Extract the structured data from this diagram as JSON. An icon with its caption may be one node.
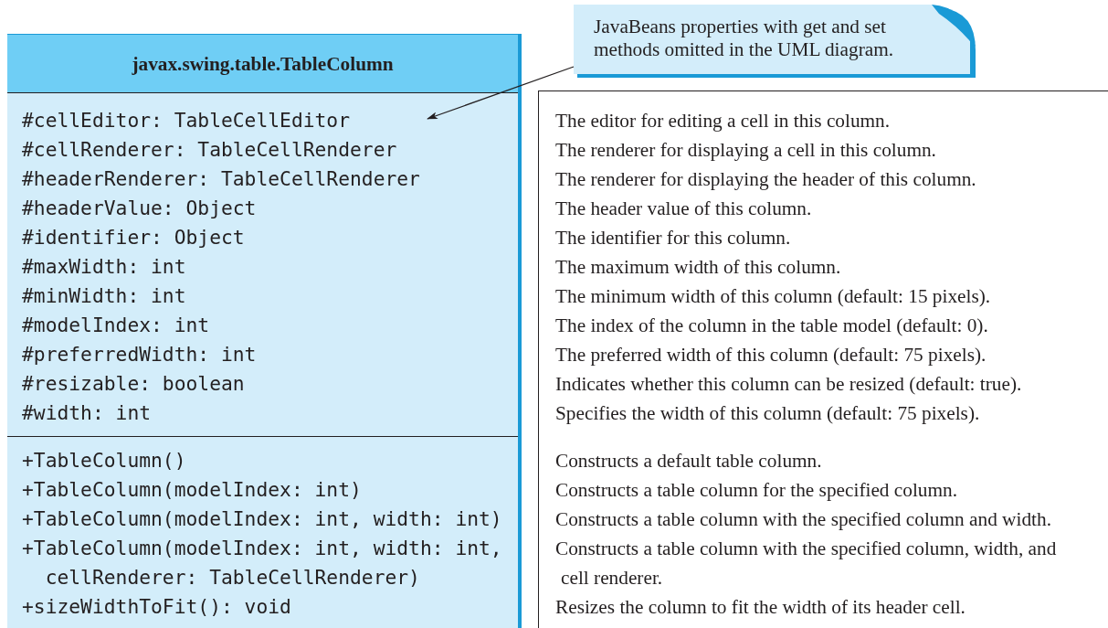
{
  "diagram": {
    "nodes": [
      {
        "text": [
          "javax.swing.table.TableColumn"
        ]
      },
      {
        "text": [
          "#cellEditor: TableCellEditor",
          "#cellRenderer: TableCellRenderer",
          "#headerRenderer: TableCellRenderer",
          "#headerValue: Object",
          "#identifier: Object",
          "#maxWidth: int",
          "#minWidth: int",
          "#modelIndex: int",
          "#preferredWidth: int",
          "#resizable: boolean",
          "#width: int"
        ],
        "in": 0
      },
      {
        "text": [
          "+TableColumn()",
          "+TableColumn(modelIndex: int)",
          "+TableColumn(modelIndex: int, width: int)",
          "+TableColumn(modelIndex: int, width: int, cellRenderer: TableCellRenderer)",
          "+sizeWidthToFit(): void"
        ],
        "in": 0
      },
      {
        "text": [
          "The editor for editing a cell in this column.",
          "The renderer for displaying a cell in this column.",
          "The renderer for displaying the header of this column.",
          "The header value of this column.",
          "The identifier for this column.",
          "The maximum width of this column.",
          "The minimum width of this column (default: 15 pixels).",
          "The index of the column in the table model (default: 0).",
          "The preferred width of this column (default: 75 pixels).",
          "Indicates whether this column can be resized (default: true).",
          "Specifies the width of this column (default: 75 pixels).",
          "Constructs a default table column.",
          "Constructs a table column for the specified column.",
          "Constructs a table column with the specified column and width.",
          "Constructs a table column with the specified column, width, and cell renderer.",
          "Resizes the column to fit the width of its header cell."
        ]
      },
      {
        "text": [
          "JavaBeans properties with get and set methods omitted in the UML diagram."
        ]
      }
    ],
    "edges": [
      {
        "from": 4,
        "to": 1,
        "arrow": "to"
      }
    ]
  }
}
